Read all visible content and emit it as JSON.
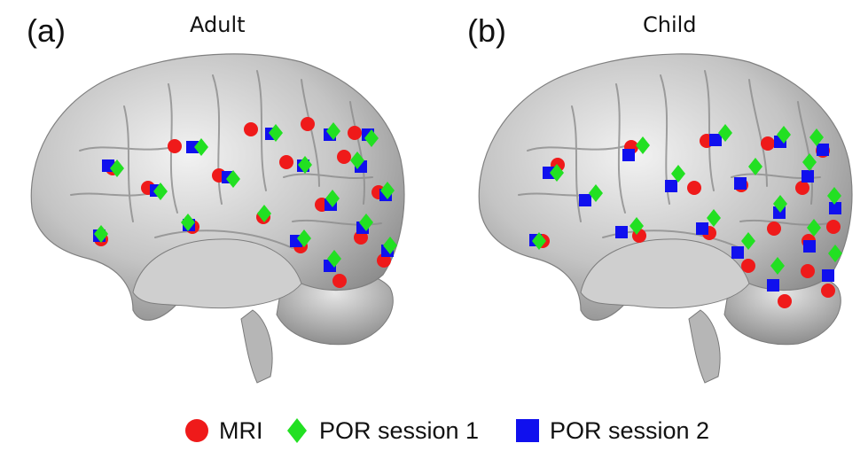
{
  "panels": [
    {
      "letter": "(a)",
      "title": "Adult",
      "markers": {
        "mri": [
          [
            127,
            190
          ],
          [
            197,
            165
          ],
          [
            167,
            212
          ],
          [
            247,
            198
          ],
          [
            217,
            256
          ],
          [
            297,
            245
          ],
          [
            283,
            146
          ],
          [
            347,
            140
          ],
          [
            323,
            183
          ],
          [
            363,
            231
          ],
          [
            388,
            177
          ],
          [
            427,
            217
          ],
          [
            407,
            268
          ],
          [
            433,
            294
          ],
          [
            339,
            278
          ],
          [
            383,
            317
          ],
          [
            114,
            270
          ],
          [
            400,
            150
          ]
        ],
        "session1": [
          [
            132,
            190
          ],
          [
            227,
            166
          ],
          [
            181,
            216
          ],
          [
            263,
            202
          ],
          [
            212,
            251
          ],
          [
            298,
            241
          ],
          [
            311,
            150
          ],
          [
            376,
            148
          ],
          [
            344,
            186
          ],
          [
            375,
            224
          ],
          [
            403,
            181
          ],
          [
            437,
            215
          ],
          [
            413,
            251
          ],
          [
            440,
            277
          ],
          [
            343,
            269
          ],
          [
            377,
            292
          ],
          [
            114,
            264
          ],
          [
            419,
            156
          ]
        ],
        "session2": [
          [
            122,
            187
          ],
          [
            217,
            166
          ],
          [
            176,
            215
          ],
          [
            257,
            200
          ],
          [
            213,
            254
          ],
          [
            306,
            151
          ],
          [
            372,
            152
          ],
          [
            342,
            187
          ],
          [
            373,
            231
          ],
          [
            407,
            188
          ],
          [
            435,
            220
          ],
          [
            409,
            257
          ],
          [
            437,
            283
          ],
          [
            334,
            272
          ],
          [
            372,
            300
          ],
          [
            112,
            266
          ],
          [
            415,
            152
          ]
        ]
      }
    },
    {
      "letter": "(b)",
      "title": "Child",
      "markers": {
        "mri": [
          [
            629,
            186
          ],
          [
            612,
            272
          ],
          [
            712,
            166
          ],
          [
            721,
            266
          ],
          [
            797,
            159
          ],
          [
            783,
            212
          ],
          [
            800,
            263
          ],
          [
            866,
            162
          ],
          [
            836,
            209
          ],
          [
            905,
            212
          ],
          [
            928,
            170
          ],
          [
            873,
            258
          ],
          [
            912,
            272
          ],
          [
            940,
            256
          ],
          [
            844,
            300
          ],
          [
            911,
            306
          ],
          [
            934,
            328
          ],
          [
            885,
            340
          ]
        ],
        "session1": [
          [
            628,
            195
          ],
          [
            672,
            218
          ],
          [
            725,
            164
          ],
          [
            718,
            255
          ],
          [
            765,
            196
          ],
          [
            818,
            150
          ],
          [
            805,
            246
          ],
          [
            852,
            188
          ],
          [
            884,
            152
          ],
          [
            913,
            183
          ],
          [
            921,
            155
          ],
          [
            880,
            230
          ],
          [
            918,
            257
          ],
          [
            941,
            221
          ],
          [
            844,
            272
          ],
          [
            877,
            300
          ],
          [
            942,
            286
          ],
          [
            608,
            272
          ]
        ],
        "session2": [
          [
            619,
            195
          ],
          [
            660,
            226
          ],
          [
            709,
            175
          ],
          [
            701,
            262
          ],
          [
            757,
            210
          ],
          [
            807,
            158
          ],
          [
            792,
            258
          ],
          [
            835,
            207
          ],
          [
            880,
            160
          ],
          [
            911,
            199
          ],
          [
            928,
            169
          ],
          [
            879,
            240
          ],
          [
            913,
            278
          ],
          [
            942,
            235
          ],
          [
            832,
            285
          ],
          [
            872,
            322
          ],
          [
            934,
            311
          ],
          [
            604,
            271
          ]
        ]
      }
    }
  ],
  "legend": [
    {
      "key": "mri",
      "label": "MRI",
      "color": "#ef1a1a",
      "shape": "circle"
    },
    {
      "key": "session1",
      "label": "POR session 1",
      "color": "#22e022",
      "shape": "diamond"
    },
    {
      "key": "session2",
      "label": "POR session 2",
      "color": "#1010ee",
      "shape": "square"
    }
  ]
}
